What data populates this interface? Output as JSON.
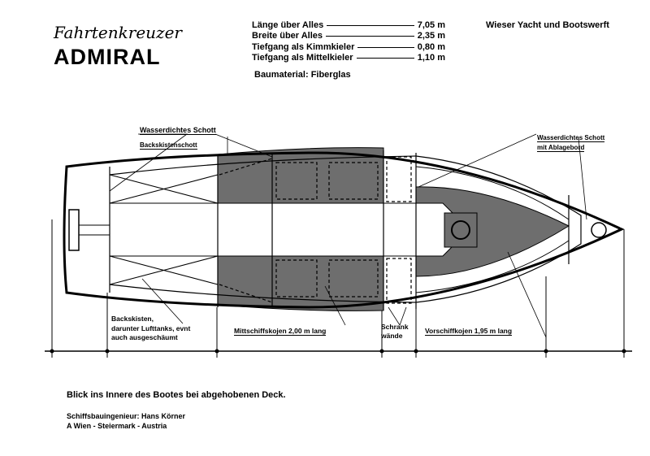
{
  "header": {
    "subtitle": "Fahrtenkreuzer",
    "title": "ADMIRAL",
    "shipyard": "Wieser Yacht und Bootswerft"
  },
  "specs": [
    {
      "label": "Länge über Alles",
      "value": "7,05 m"
    },
    {
      "label": "Breite über Alles",
      "value": "2,35 m"
    },
    {
      "label": "Tiefgang als Kimmkieler",
      "value": "0,80 m"
    },
    {
      "label": "Tiefgang als Mittelkieler",
      "value": "1,10 m"
    }
  ],
  "material": "Baumaterial: Fiberglas",
  "labels": {
    "bulkhead": "Wasserdichtes Schott",
    "locker_bulkhead": "Backskistenschott",
    "bow_bulkhead_1": "Wasserdichtes Schott",
    "bow_bulkhead_2": "mit Ablagebord",
    "lockers_1": "Backskisten,",
    "lockers_2": "darunter Lufttanks, evnt",
    "lockers_3": "auch ausgeschäumt",
    "mid_berths": "Mittschiffskojen  2,00 m lang",
    "cabinet_1": "Schrank",
    "cabinet_2": "wände",
    "fore_berth": "Vorschiffkojen  1,95 m lang"
  },
  "footer": {
    "caption": "Blick ins Innere des Bootes bei abgehobenen Deck.",
    "engineer": "Schiffsbauingenieur: Hans Körner",
    "location": "A   Wien - Steiermark - Austria"
  },
  "colors": {
    "fill": "#6e6e6e"
  }
}
